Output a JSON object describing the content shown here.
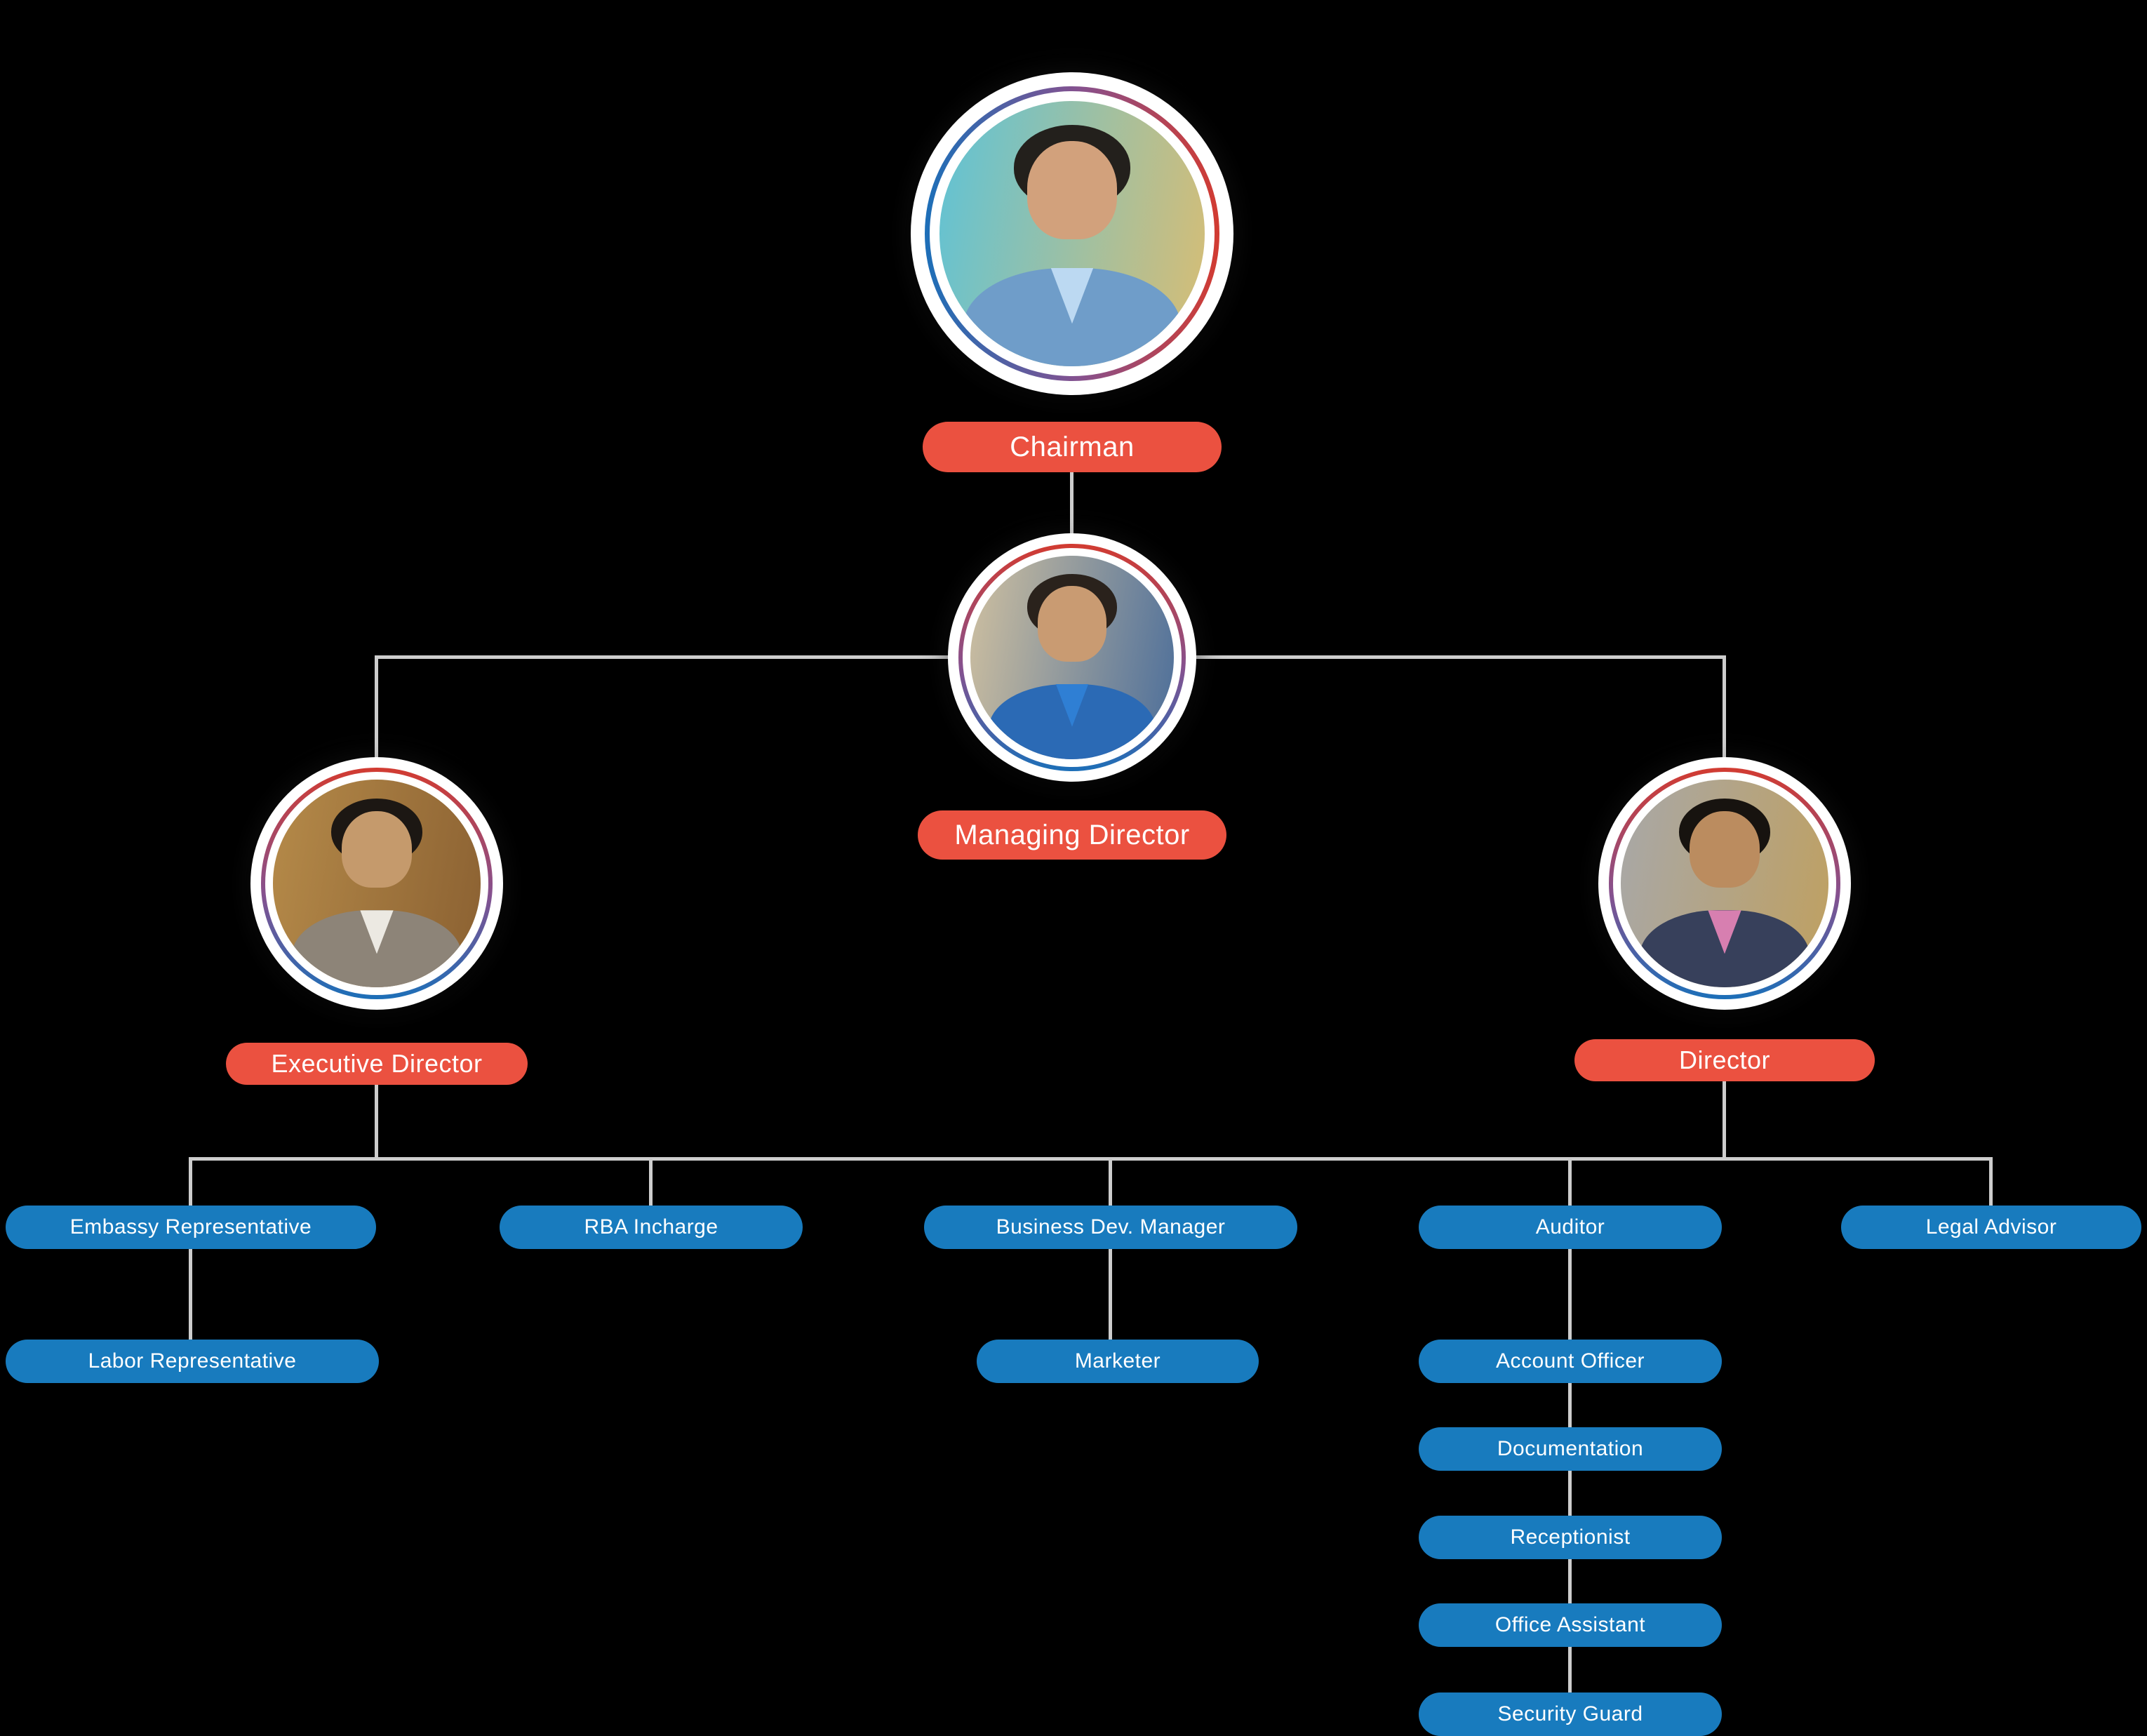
{
  "page": {
    "background": "#000000"
  },
  "palette": {
    "bg": "#000000",
    "red": "#EB5140",
    "blue": "#187BBE",
    "line": "#CDCDCD",
    "ring_red": "#D23B31",
    "ring_blue": "#1C6FB8"
  },
  "nodes": {
    "chairman": {
      "label": "Chairman"
    },
    "managing_director": {
      "label": "Managing Director"
    },
    "executive_director": {
      "label": "Executive Director"
    },
    "director": {
      "label": "Director"
    },
    "embassy_representative": {
      "label": "Embassy Representative"
    },
    "rba_incharge": {
      "label": "RBA Incharge"
    },
    "business_dev_manager": {
      "label": "Business Dev. Manager"
    },
    "auditor": {
      "label": "Auditor"
    },
    "legal_advisor": {
      "label": "Legal Advisor"
    },
    "labor_representative": {
      "label": "Labor Representative"
    },
    "marketer": {
      "label": "Marketer"
    },
    "account_officer": {
      "label": "Account Officer"
    },
    "documentation": {
      "label": "Documentation"
    },
    "receptionist": {
      "label": "Receptionist"
    },
    "office_assistant": {
      "label": "Office Assistant"
    },
    "security_guard": {
      "label": "Security Guard"
    }
  },
  "edges": [
    {
      "from": "chairman",
      "to": "managing_director"
    },
    {
      "from": "managing_director",
      "to": "executive_director"
    },
    {
      "from": "managing_director",
      "to": "director"
    },
    {
      "from": "executive_director",
      "to": "embassy_representative"
    },
    {
      "from": "executive_director",
      "to": "rba_incharge"
    },
    {
      "from": "director",
      "to": "business_dev_manager"
    },
    {
      "from": "director",
      "to": "auditor"
    },
    {
      "from": "director",
      "to": "legal_advisor"
    },
    {
      "from": "embassy_representative",
      "to": "labor_representative"
    },
    {
      "from": "business_dev_manager",
      "to": "marketer"
    },
    {
      "from": "auditor",
      "to": "account_officer"
    },
    {
      "from": "account_officer",
      "to": "documentation"
    },
    {
      "from": "documentation",
      "to": "receptionist"
    },
    {
      "from": "receptionist",
      "to": "office_assistant"
    },
    {
      "from": "office_assistant",
      "to": "security_guard"
    }
  ],
  "photos": {
    "chairman": {
      "bg_left": "#5FC3D6",
      "bg_right": "#D8BD74",
      "suit": "#6F9DC9",
      "shirt": "#BCD9F2",
      "skin": "#D2A17C",
      "hair": "#23201C"
    },
    "managing_director": {
      "bg_left": "#CFC0A0",
      "bg_right": "#4C6E9A",
      "suit": "#2B6AB5",
      "shirt": "#2F7FD4",
      "skin": "#C99B72",
      "hair": "#2A221C"
    },
    "executive_director": {
      "bg_left": "#B58A49",
      "bg_right": "#8B6132",
      "suit": "#8D8478",
      "shirt": "#ECE9E2",
      "skin": "#C59A6C",
      "hair": "#1C1713"
    },
    "director": {
      "bg_left": "#A8A8A8",
      "bg_right": "#BFA061",
      "suit": "#37405B",
      "shirt": "#D77FB0",
      "skin": "#BB8C5F",
      "hair": "#17130F"
    }
  }
}
